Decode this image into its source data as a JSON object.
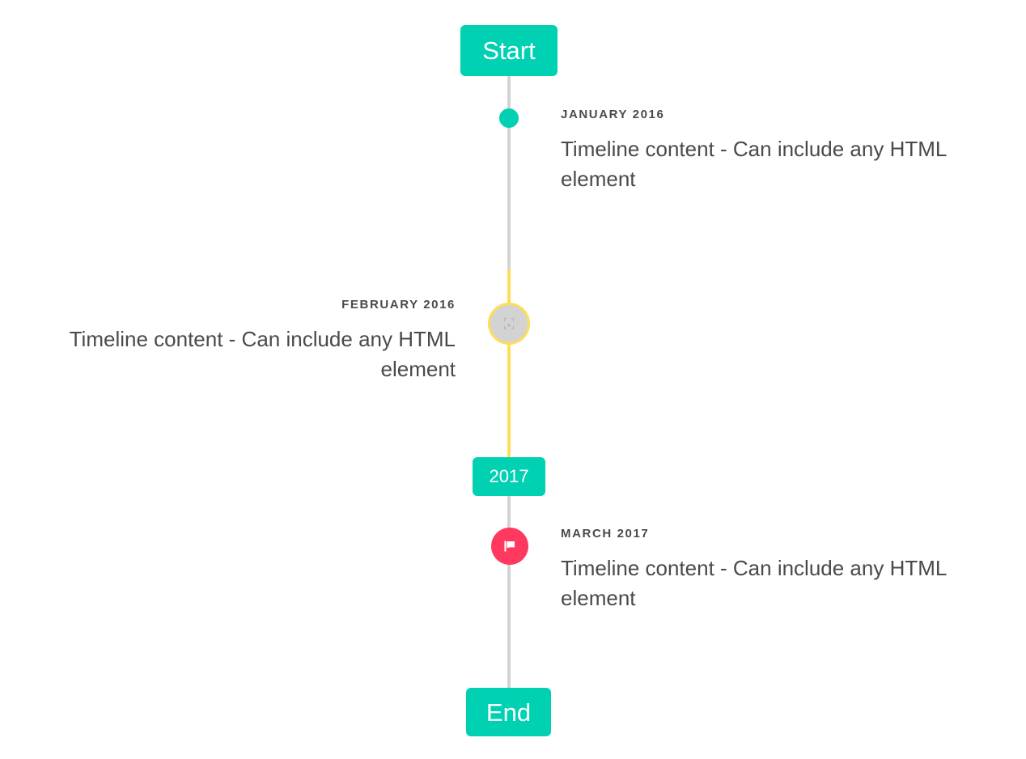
{
  "colors": {
    "background": "#ffffff",
    "primary_teal": "#00d1b2",
    "warning_yellow": "#ffdd57",
    "danger_pink": "#ff3860",
    "rail_gray": "#d3d3d3",
    "marker_gray": "#d3d3d3",
    "text_dark": "#4a4a4a",
    "badge_text": "#ffffff"
  },
  "timeline": {
    "header_badge": {
      "label": "Start"
    },
    "year_badge": {
      "label": "2017"
    },
    "footer_badge": {
      "label": "End"
    },
    "entries": [
      {
        "id": "january-2016",
        "date": "January 2016",
        "body": "Timeline content - Can include any HTML element",
        "side": "right",
        "marker": {
          "type": "dot",
          "icon": "none",
          "color": "#00d1b2"
        }
      },
      {
        "id": "february-2016",
        "date": "February 2016",
        "body": "Timeline content - Can include any HTML element",
        "side": "left",
        "marker": {
          "type": "circle",
          "icon": "broken-image-icon",
          "color": "#d3d3d3",
          "border_color": "#ffdd57"
        }
      },
      {
        "id": "march-2017",
        "date": "March 2017",
        "body": "Timeline content - Can include any HTML element",
        "side": "right",
        "marker": {
          "type": "circle",
          "icon": "flag-icon",
          "color": "#ff3860"
        }
      }
    ]
  }
}
